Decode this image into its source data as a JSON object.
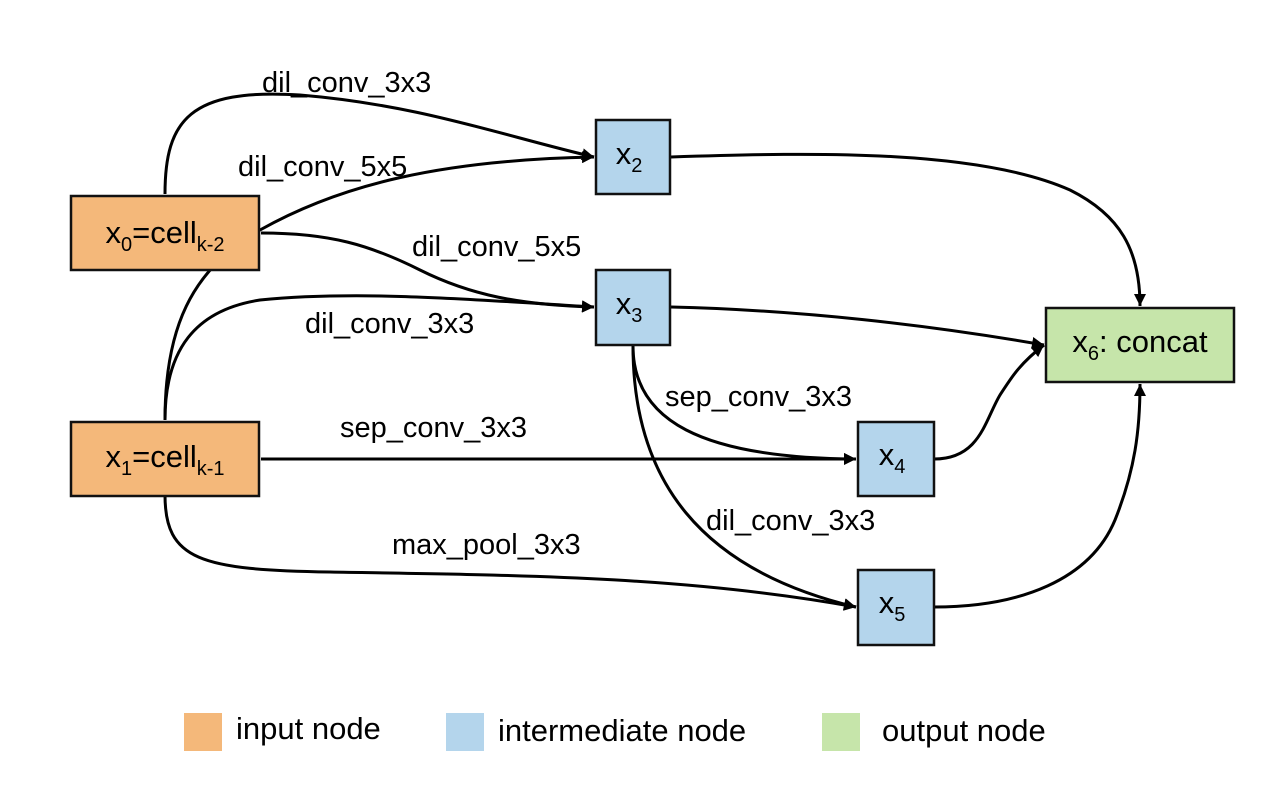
{
  "nodes": {
    "x0": {
      "base": "x",
      "sub": "0",
      "rest": "=cell",
      "rest_sub": "k-2",
      "type": "input"
    },
    "x1": {
      "base": "x",
      "sub": "1",
      "rest": "=cell",
      "rest_sub": "k-1",
      "type": "input"
    },
    "x2": {
      "base": "x",
      "sub": "2",
      "type": "intermediate"
    },
    "x3": {
      "base": "x",
      "sub": "3",
      "type": "intermediate"
    },
    "x4": {
      "base": "x",
      "sub": "4",
      "type": "intermediate"
    },
    "x5": {
      "base": "x",
      "sub": "5",
      "type": "intermediate"
    },
    "x6": {
      "base": "x",
      "sub": "6",
      "rest": ": concat",
      "type": "output"
    }
  },
  "edges": {
    "x0_x2": "dil_conv_3x3",
    "x1_x2": "dil_conv_5x5",
    "x0_x3": "dil_conv_5x5",
    "x1_x3": "dil_conv_3x3",
    "x3_x4": "sep_conv_3x3",
    "x1_x4": "sep_conv_3x3",
    "x3_x5": "dil_conv_3x3",
    "x1_x5": "max_pool_3x3"
  },
  "legend": {
    "input": "input node",
    "intermediate": "intermediate node",
    "output": "output node"
  },
  "colors": {
    "input": "#f4b87a",
    "intermediate": "#b4d5ec",
    "output": "#c6e5aa"
  }
}
